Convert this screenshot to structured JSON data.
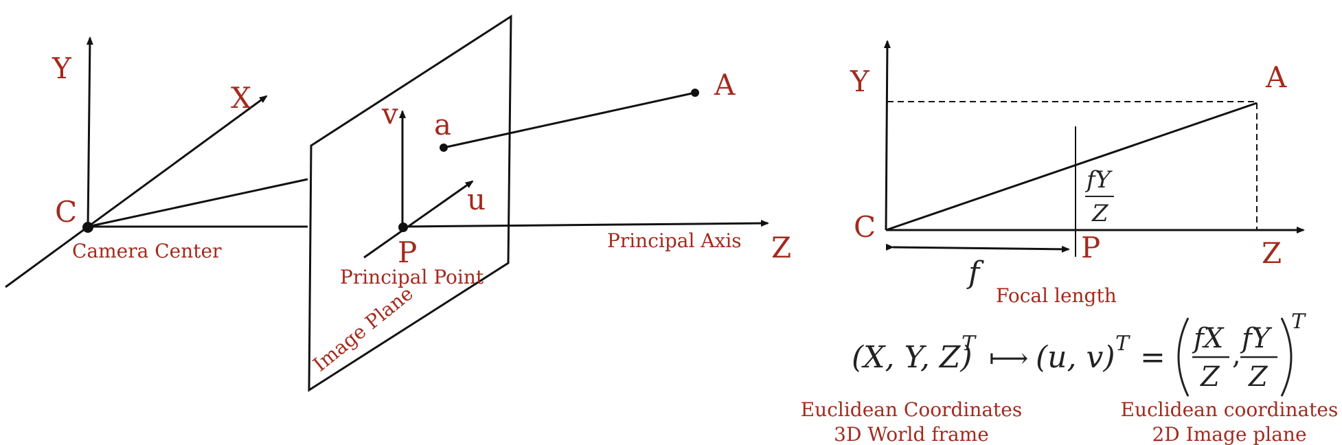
{
  "left_diagram": {
    "axis_y": "Y",
    "axis_x": "X",
    "axis_z": "Z",
    "camera_center_point": "C",
    "camera_center_label": "Camera Center",
    "principal_point": "P",
    "principal_point_label": "Principal Point",
    "principal_axis_label": "Principal Axis",
    "image_plane_label": "Image Plane",
    "image_axis_u": "u",
    "image_axis_v": "v",
    "image_point": "a",
    "world_point": "A"
  },
  "right_diagram": {
    "axis_y": "Y",
    "axis_z": "Z",
    "camera_center_point": "C",
    "principal_point": "P",
    "world_point": "A",
    "ratio_numerator": "fY",
    "ratio_denominator": "Z",
    "focal_symbol": "f",
    "focal_label": "Focal length"
  },
  "equation": {
    "left": "(X, Y, Z)",
    "left_sup": "T",
    "maps_to": "⟼",
    "middle": "(u, v)",
    "middle_sup": "T",
    "equals": "=",
    "frac1_num": "fX",
    "frac1_den": "Z",
    "comma": ",",
    "frac2_num": "fY",
    "frac2_den": "Z",
    "right_sup": "T"
  },
  "captions": {
    "left_line1": "Euclidean Coordinates",
    "left_line2": "3D World frame",
    "right_line1": "Euclidean coordinates",
    "right_line2": "2D Image plane"
  }
}
